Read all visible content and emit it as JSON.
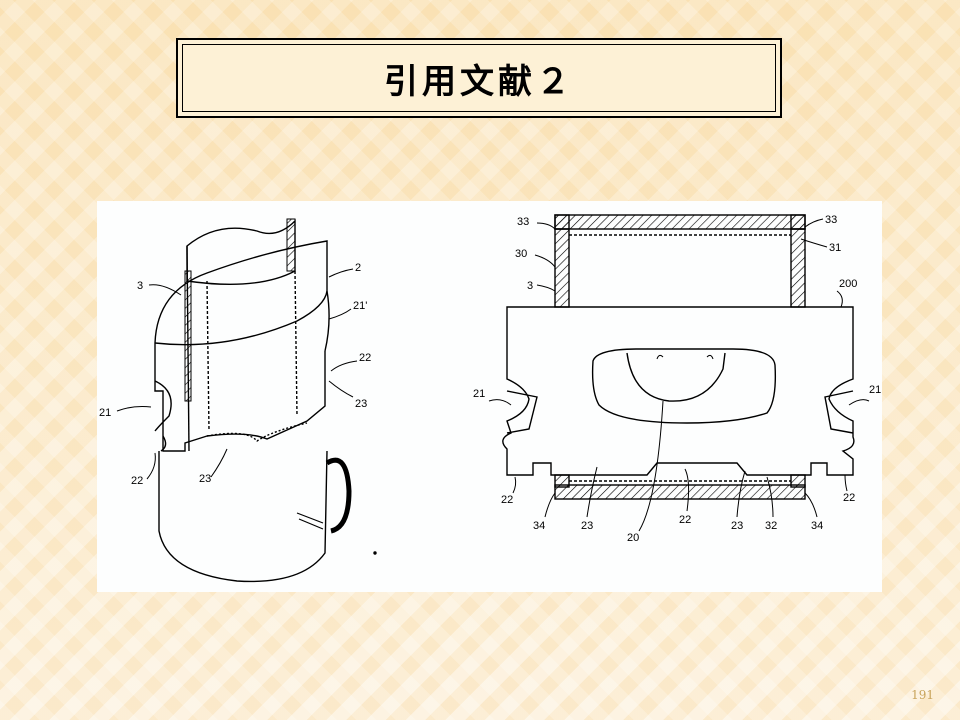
{
  "slide": {
    "title": "引用文献２",
    "page_number": "191"
  },
  "figure_left": {
    "labels": {
      "l3": "3",
      "l2": "2",
      "l21p": "21'",
      "l22r": "22",
      "l23r": "23",
      "l21": "21",
      "l22b": "22",
      "l23b": "23"
    }
  },
  "figure_right": {
    "labels": {
      "l33l": "33",
      "l33r": "33",
      "l30": "30",
      "l31": "31",
      "l3": "3",
      "l200": "200",
      "l21l": "21",
      "l21r": "21",
      "l22l": "22",
      "l22r": "22",
      "l34l": "34",
      "l23a": "23",
      "l22m": "22",
      "l23b": "23",
      "l32": "32",
      "l34r": "34",
      "l20": "20"
    }
  }
}
